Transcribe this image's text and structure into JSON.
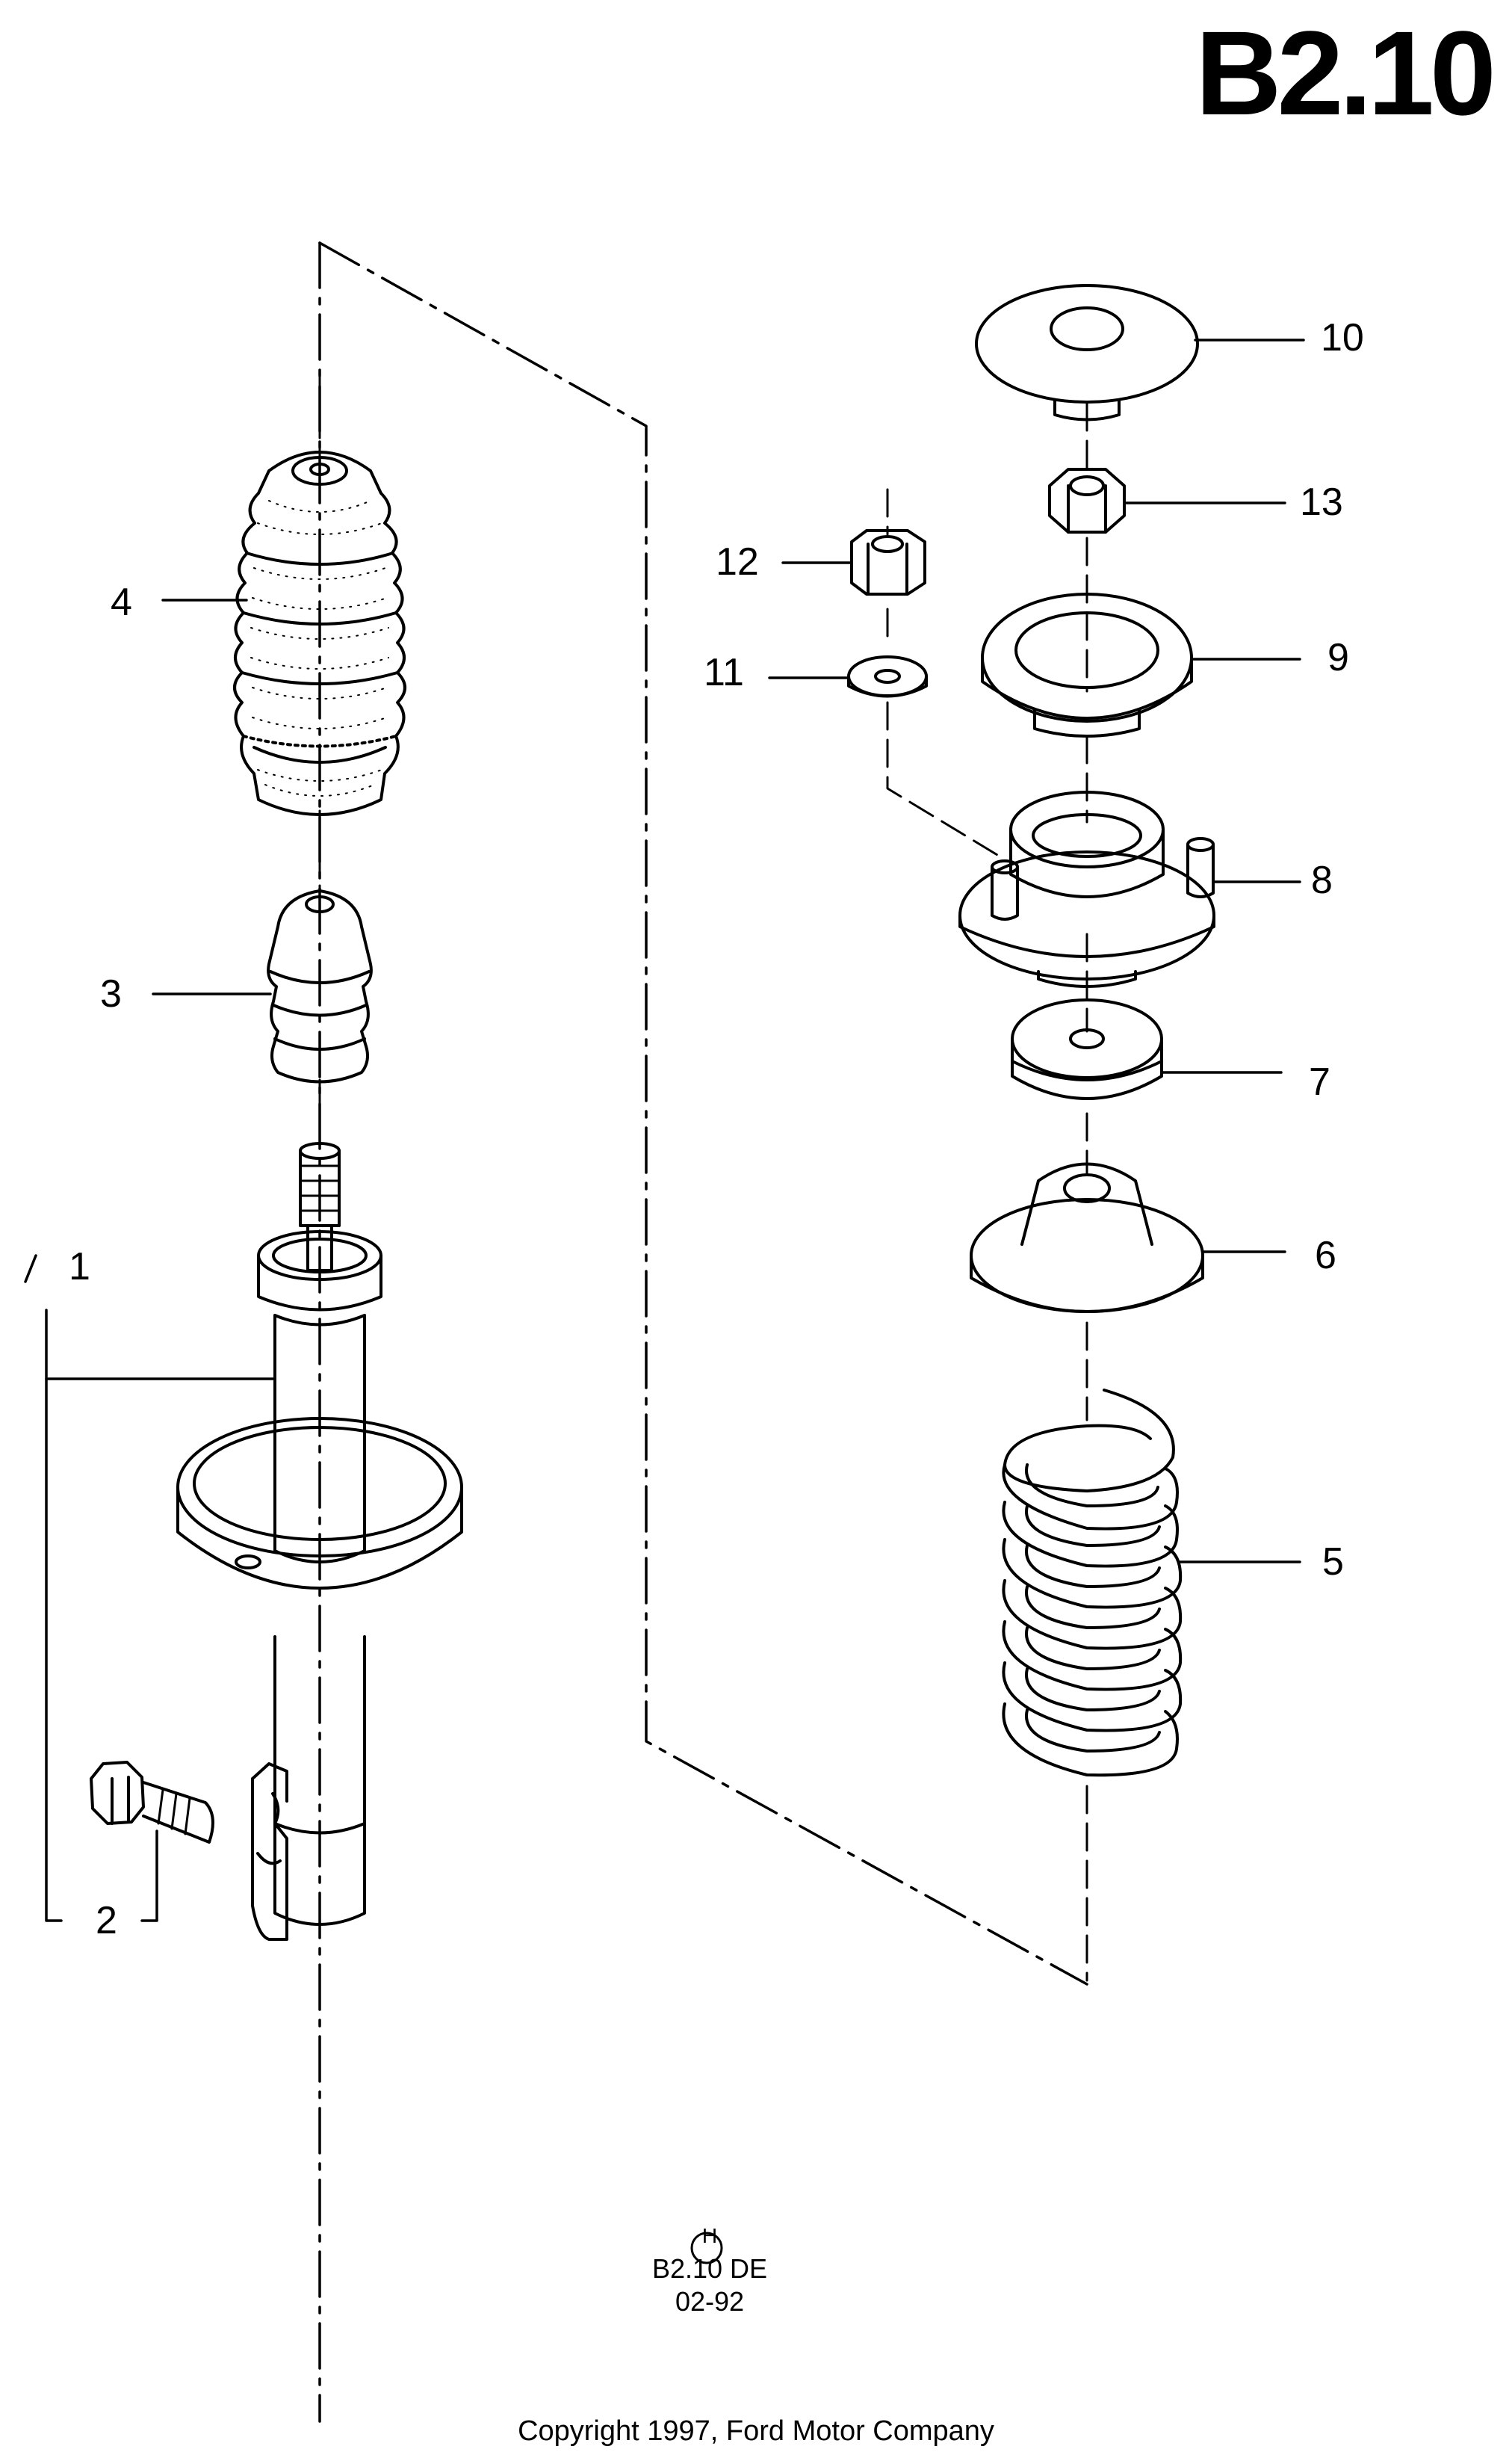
{
  "header": {
    "page_code": "B2.10"
  },
  "callouts": [
    {
      "number": "1",
      "part": "shock absorber strut"
    },
    {
      "number": "2",
      "part": "bolt"
    },
    {
      "number": "3",
      "part": "bump stop"
    },
    {
      "number": "4",
      "part": "dust boot"
    },
    {
      "number": "5",
      "part": "coil spring"
    },
    {
      "number": "6",
      "part": "lower spring seat"
    },
    {
      "number": "7",
      "part": "bearing"
    },
    {
      "number": "8",
      "part": "top mount"
    },
    {
      "number": "9",
      "part": "upper spring seat"
    },
    {
      "number": "10",
      "part": "cap"
    },
    {
      "number": "11",
      "part": "washer"
    },
    {
      "number": "12",
      "part": "nut"
    },
    {
      "number": "13",
      "part": "nut"
    }
  ],
  "reference": {
    "region_mark": "H",
    "drawing_code": "B2.10 DE",
    "date": "02-92"
  },
  "footer": {
    "copyright": "Copyright 1997, Ford Motor Company"
  }
}
